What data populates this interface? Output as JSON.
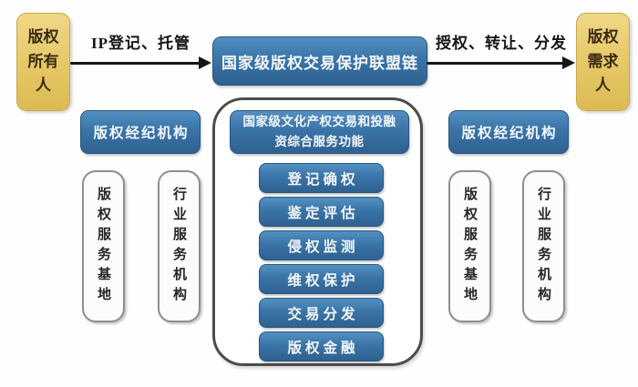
{
  "palette": {
    "actor_yellow": "#e5c765",
    "box_blue": "#3a74a7",
    "container_border": "#4c4c4c",
    "pillar_border": "#8e8e8e",
    "arrow_black": "#161616"
  },
  "actors": {
    "owner": {
      "label": "版权\n所有\n人"
    },
    "demander": {
      "label": "版权\n需求\n人"
    }
  },
  "flows": {
    "left": {
      "label": "IP登记、托管"
    },
    "right": {
      "label": "授权、转让、分发"
    }
  },
  "hub": {
    "label": "国家级版权交易保护联盟链"
  },
  "brokers": {
    "left": "版权经纪机构",
    "right": "版权经纪机构"
  },
  "platform": {
    "title": "国家级文化产权交易和投融\n资综合服务功能",
    "functions": [
      "登记确权",
      "鉴定评估",
      "侵权监测",
      "维权保护",
      "交易分发",
      "版权金融"
    ]
  },
  "support": {
    "base": "版权服务基地",
    "industry": "行业服务机构"
  }
}
